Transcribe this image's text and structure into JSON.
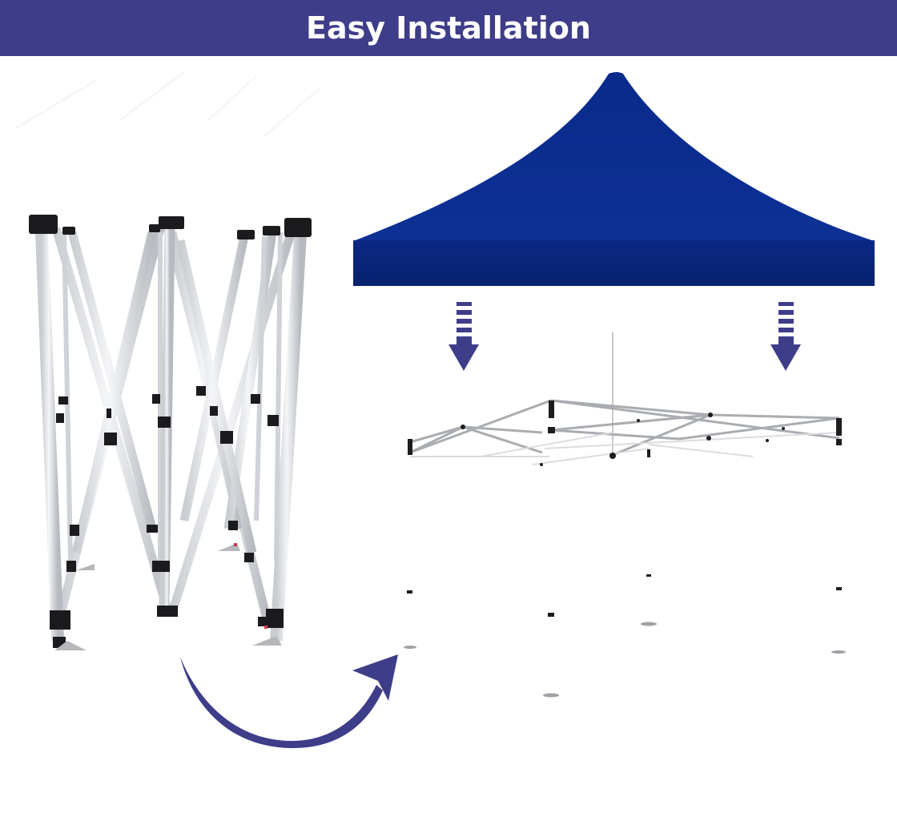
{
  "header": {
    "title": "Easy Installation",
    "background_color": "#3e3d89",
    "text_color": "#ffffff"
  },
  "illustration": {
    "folded_frame": {
      "label": "folded canopy frame (steel, collapsed)"
    },
    "canopy_top": {
      "label": "blue canopy top",
      "color": "#0b2f94",
      "valance_color": "#092478"
    },
    "expanded_frame": {
      "label": "expanded canopy frame"
    },
    "arrows": {
      "color": "#3e3d89",
      "down_arrows": [
        {
          "icon": "dashed-down-arrow-icon",
          "position": "left"
        },
        {
          "icon": "dashed-down-arrow-icon",
          "position": "right"
        }
      ],
      "curved_arrow": {
        "icon": "curved-arrow-icon",
        "direction": "from folded frame to expanded frame"
      }
    }
  }
}
